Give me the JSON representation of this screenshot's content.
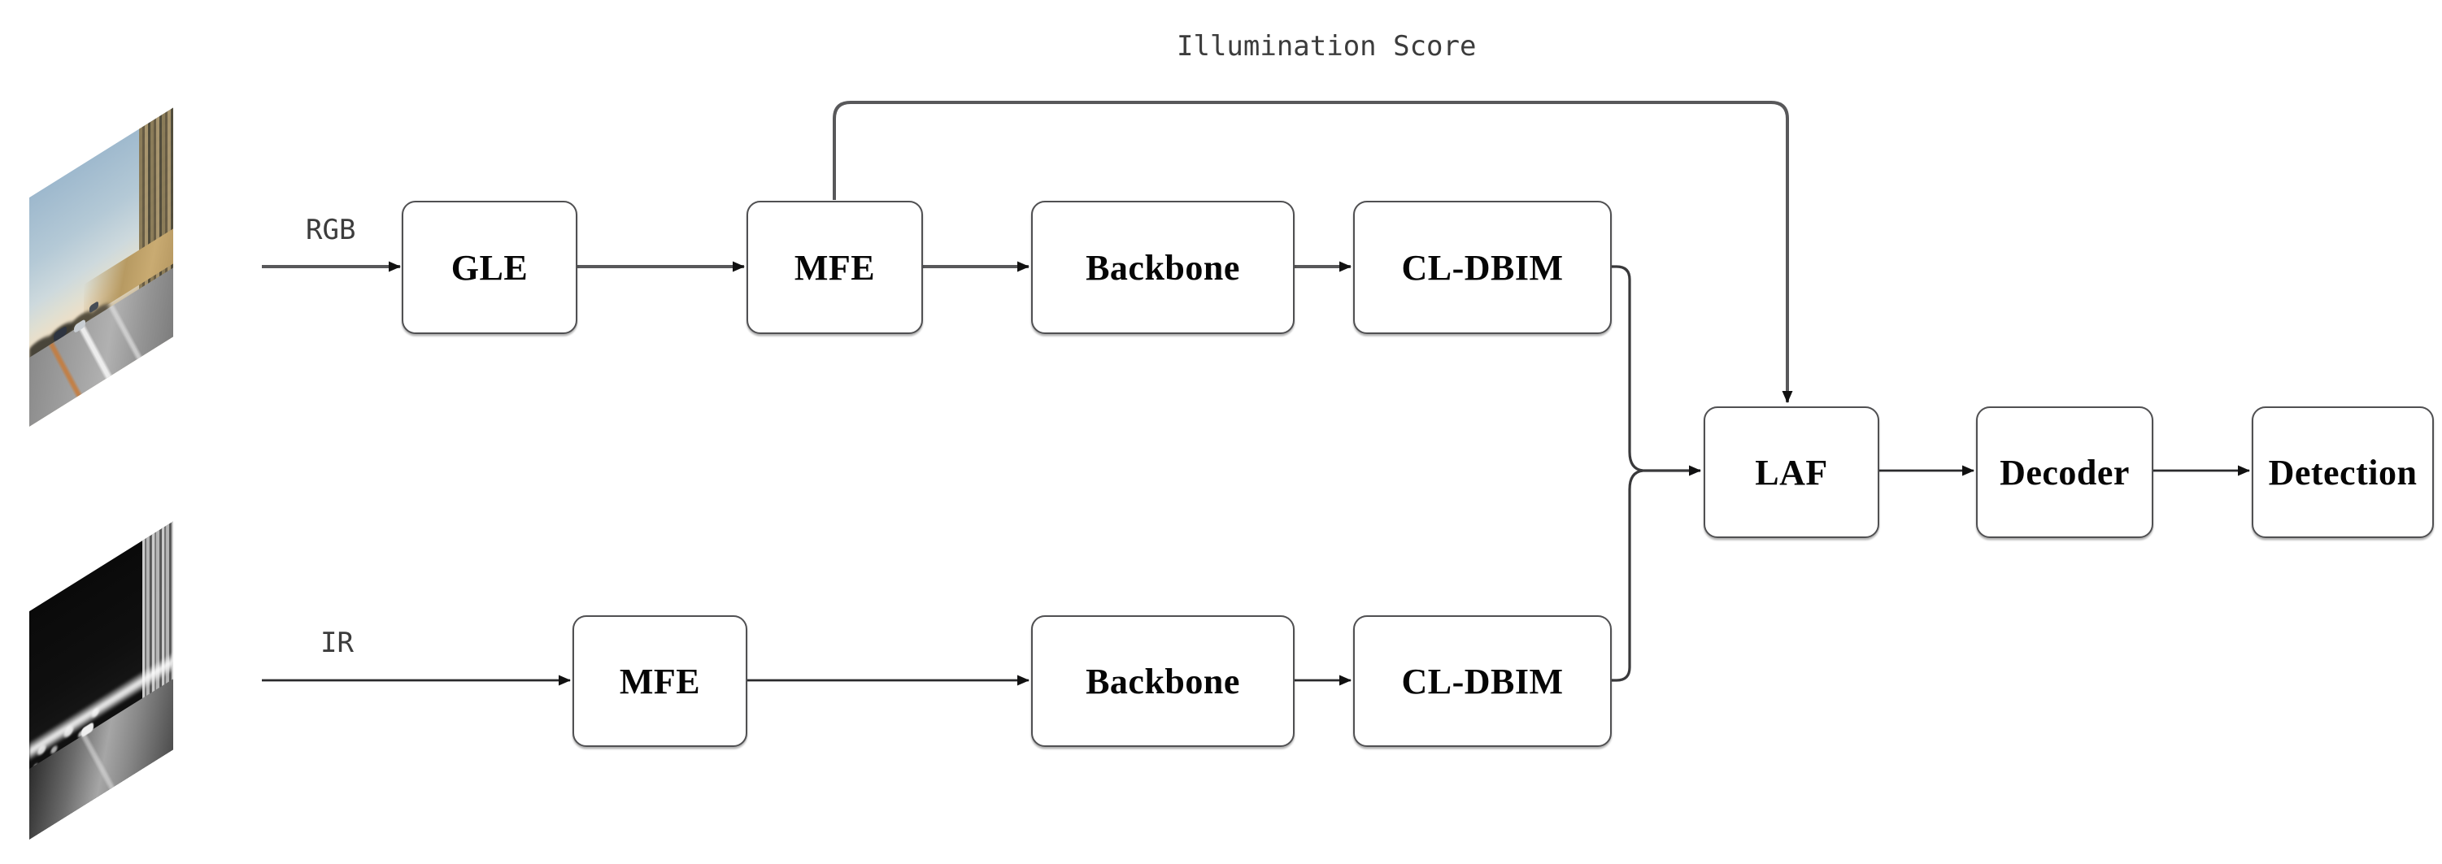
{
  "diagram": {
    "annotation_illumination": "Illumination Score",
    "rgb_branch": {
      "input_label": "RGB",
      "input_image_alt": "daytime road scene photo",
      "nodes": [
        {
          "label": "GLE"
        },
        {
          "label": "MFE"
        },
        {
          "label": "Backbone"
        },
        {
          "label": "CL-DBIM"
        }
      ]
    },
    "ir_branch": {
      "input_label": "IR",
      "input_image_alt": "infrared night road scene photo",
      "nodes": [
        {
          "label": "MFE"
        },
        {
          "label": "Backbone"
        },
        {
          "label": "CL-DBIM"
        }
      ]
    },
    "fusion_branch": {
      "nodes": [
        {
          "label": "LAF"
        },
        {
          "label": "Decoder"
        },
        {
          "label": "Detection"
        }
      ]
    },
    "colors": {
      "background": "#ffffff",
      "connector_thick": "#58585a",
      "connector_thin": "#2a2a2c",
      "box_border": "#505052",
      "box_fill": "#ffffff",
      "box_text": "#060606",
      "annotation_text": "#3c3c3c",
      "arrowhead": "#111111"
    }
  }
}
